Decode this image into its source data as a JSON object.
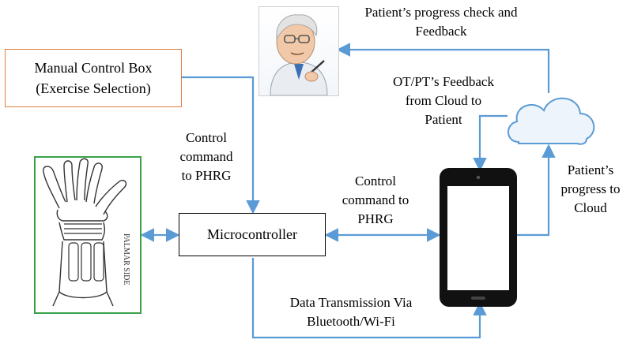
{
  "manual_box": {
    "line1": "Manual Control Box",
    "line2": "(Exercise Selection)"
  },
  "microcontroller": {
    "label": "Microcontroller"
  },
  "labels": {
    "control_left": [
      "Control",
      "command",
      "to PHRG"
    ],
    "control_right": [
      "Control",
      "command to",
      "PHRG"
    ],
    "progress_check": [
      "Patient’s progress check and",
      "Feedback"
    ],
    "ot_feedback": [
      "OT/PT’s Feedback",
      "from Cloud to",
      "Patient"
    ],
    "progress_cloud": [
      "Patient’s",
      "progress to",
      "Cloud"
    ],
    "data_transmission": [
      "Data Transmission Via",
      "Bluetooth/Wi-Fi"
    ]
  },
  "glove": {
    "caption": "PALMAR SIDE"
  },
  "icons": [
    "doctor-icon",
    "cloud-icon",
    "smartphone-icon",
    "glove-sketch-icon"
  ],
  "colors": {
    "arrow": "#5b9bd5",
    "manual_border": "#e07a3c",
    "glove_border": "#3aa14a"
  }
}
